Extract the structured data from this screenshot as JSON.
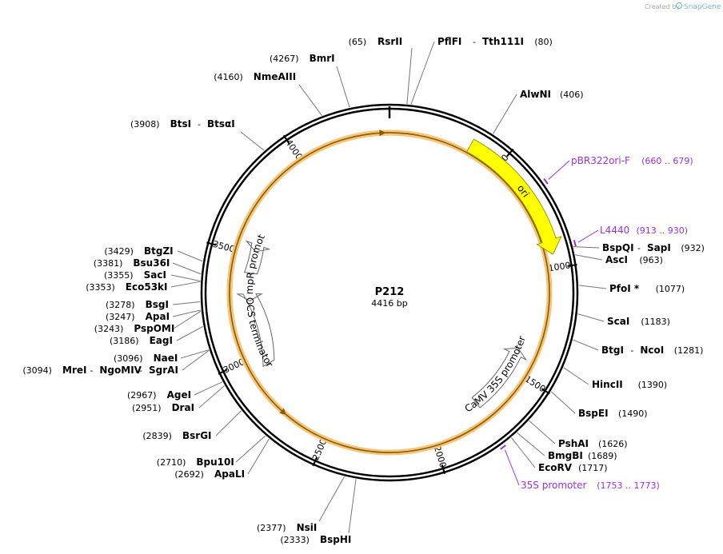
{
  "plasmid": {
    "name": "P212",
    "length_label": "4416 bp",
    "length": 4416
  },
  "credit": {
    "prefix": "Created by",
    "brand": "SnapGene"
  },
  "ticks": [
    {
      "pos": 500,
      "label": "500"
    },
    {
      "pos": 1000,
      "label": "1000"
    },
    {
      "pos": 1500,
      "label": "1500"
    },
    {
      "pos": 2000,
      "label": "2000"
    },
    {
      "pos": 2500,
      "label": "2500"
    },
    {
      "pos": 3000,
      "label": "3000"
    },
    {
      "pos": 3500,
      "label": "3500"
    },
    {
      "pos": 4000,
      "label": "4000"
    }
  ],
  "features": [
    {
      "name": "ori",
      "start": 353,
      "end": 942,
      "color": "#ffff00",
      "stroke": "#999900",
      "direction": "cw",
      "lane": "inner1",
      "label_path": true
    },
    {
      "name": "CaMV 35S promoter",
      "start": 1740,
      "end": 1390,
      "color": "#ffffff",
      "stroke": "#666666",
      "direction": "ccw",
      "lane": "inner2",
      "label_path": true
    },
    {
      "name": "OCS terminator",
      "start": 2940,
      "end": 3270,
      "color": "#ffffff",
      "stroke": "#666666",
      "direction": "ccw",
      "lane": "inner2",
      "label_path": true
    },
    {
      "name": "AmpR promoter",
      "start": 3410,
      "end": 3520,
      "color": "#ffffff",
      "stroke": "#666666",
      "direction": "ccw",
      "lane": "inner2",
      "label_path": true
    }
  ],
  "orfs": [
    {
      "start": 1070,
      "end": 1800,
      "direction": "ccw",
      "color": "#f5c67a"
    },
    {
      "start": 1960,
      "end": 2700,
      "direction": "ccw",
      "color": "#f5c67a"
    },
    {
      "start": 3640,
      "end": 4400,
      "direction": "cw",
      "color": "#f5c67a"
    }
  ],
  "primers": [
    {
      "name": "pBR322ori-F",
      "range": "(660 .. 679)",
      "pos": 669
    },
    {
      "name": "L4440",
      "range": "(913 .. 930)",
      "pos": 921
    },
    {
      "name": "35S promoter",
      "range": "(1753 .. 1773)",
      "pos": 1763
    }
  ],
  "sites": [
    {
      "id": "rsrii",
      "names": [
        "RsrII"
      ],
      "pos": "(65)",
      "bp": 65,
      "side": "left"
    },
    {
      "id": "pflfi",
      "names": [
        "PflFI",
        "Tth111I"
      ],
      "pos": "(80)",
      "bp": 80,
      "side": "right"
    },
    {
      "id": "alwni",
      "names": [
        "AlwNI"
      ],
      "pos": "(406)",
      "bp": 406,
      "side": "right"
    },
    {
      "id": "bspqi",
      "names": [
        "BspQI",
        "SapI"
      ],
      "pos": "(932)",
      "bp": 932,
      "side": "right"
    },
    {
      "id": "asci",
      "names": [
        "AscI"
      ],
      "pos": "(963)",
      "bp": 963,
      "side": "right"
    },
    {
      "id": "pfoi",
      "names": [
        "PfoI *"
      ],
      "pos": "(1077)",
      "bp": 1077,
      "side": "right"
    },
    {
      "id": "scai",
      "names": [
        "ScaI"
      ],
      "pos": "(1183)",
      "bp": 1183,
      "side": "right"
    },
    {
      "id": "btgi",
      "names": [
        "BtgI",
        "NcoI"
      ],
      "pos": "(1281)",
      "bp": 1281,
      "side": "right"
    },
    {
      "id": "hincii",
      "names": [
        "HincII"
      ],
      "pos": "(1390)",
      "bp": 1390,
      "side": "right"
    },
    {
      "id": "bspei",
      "names": [
        "BspEI"
      ],
      "pos": "(1490)",
      "bp": 1490,
      "side": "right"
    },
    {
      "id": "pshai",
      "names": [
        "PshAI"
      ],
      "pos": "(1626)",
      "bp": 1626,
      "side": "right"
    },
    {
      "id": "bmgbi",
      "names": [
        "BmgBI"
      ],
      "pos": "(1689)",
      "bp": 1689,
      "side": "right"
    },
    {
      "id": "ecorv",
      "names": [
        "EcoRV"
      ],
      "pos": "(1717)",
      "bp": 1717,
      "side": "right"
    },
    {
      "id": "bsphi",
      "names": [
        "BspHI"
      ],
      "pos": "(2333)",
      "bp": 2333,
      "side": "left"
    },
    {
      "id": "nsii",
      "names": [
        "NsiI"
      ],
      "pos": "(2377)",
      "bp": 2377,
      "side": "left"
    },
    {
      "id": "apali",
      "names": [
        "ApaLI"
      ],
      "pos": "(2692)",
      "bp": 2692,
      "side": "left"
    },
    {
      "id": "bpu10i",
      "names": [
        "Bpu10I"
      ],
      "pos": "(2710)",
      "bp": 2710,
      "side": "left"
    },
    {
      "id": "bsrgi",
      "names": [
        "BsrGI"
      ],
      "pos": "(2839)",
      "bp": 2839,
      "side": "left"
    },
    {
      "id": "drai",
      "names": [
        "DraI"
      ],
      "pos": "(2951)",
      "bp": 2951,
      "side": "left"
    },
    {
      "id": "agei",
      "names": [
        "AgeI"
      ],
      "pos": "(2967)",
      "bp": 2967,
      "side": "left"
    },
    {
      "id": "mrei",
      "names": [
        "MreI",
        "NgoMIV",
        "SgrAI"
      ],
      "pos": "(3094)",
      "bp": 3094,
      "side": "left"
    },
    {
      "id": "naei",
      "names": [
        "NaeI"
      ],
      "pos": "(3096)",
      "bp": 3096,
      "side": "left"
    },
    {
      "id": "eagi",
      "names": [
        "EagI"
      ],
      "pos": "(3186)",
      "bp": 3186,
      "side": "left"
    },
    {
      "id": "pspomi",
      "names": [
        "PspOMI"
      ],
      "pos": "(3243)",
      "bp": 3243,
      "side": "left"
    },
    {
      "id": "apai",
      "names": [
        "ApaI"
      ],
      "pos": "(3247)",
      "bp": 3247,
      "side": "left"
    },
    {
      "id": "bsgi",
      "names": [
        "BsgI"
      ],
      "pos": "(3278)",
      "bp": 3278,
      "side": "left"
    },
    {
      "id": "eco53ki",
      "names": [
        "Eco53kI"
      ],
      "pos": "(3353)",
      "bp": 3353,
      "side": "left"
    },
    {
      "id": "saci",
      "names": [
        "SacI"
      ],
      "pos": "(3355)",
      "bp": 3355,
      "side": "left"
    },
    {
      "id": "bsu36i",
      "names": [
        "Bsu36I"
      ],
      "pos": "(3381)",
      "bp": 3381,
      "side": "left"
    },
    {
      "id": "btgzi",
      "names": [
        "BtgZI"
      ],
      "pos": "(3429)",
      "bp": 3429,
      "side": "left"
    },
    {
      "id": "btsi",
      "names": [
        "BtsI",
        "BtsαI"
      ],
      "pos": "(3908)",
      "bp": 3908,
      "side": "left"
    },
    {
      "id": "nmeaiii",
      "names": [
        "NmeAIII"
      ],
      "pos": "(4160)",
      "bp": 4160,
      "side": "left"
    },
    {
      "id": "bmri",
      "names": [
        "BmrI"
      ],
      "pos": "(4267)",
      "bp": 4267,
      "side": "left"
    }
  ]
}
